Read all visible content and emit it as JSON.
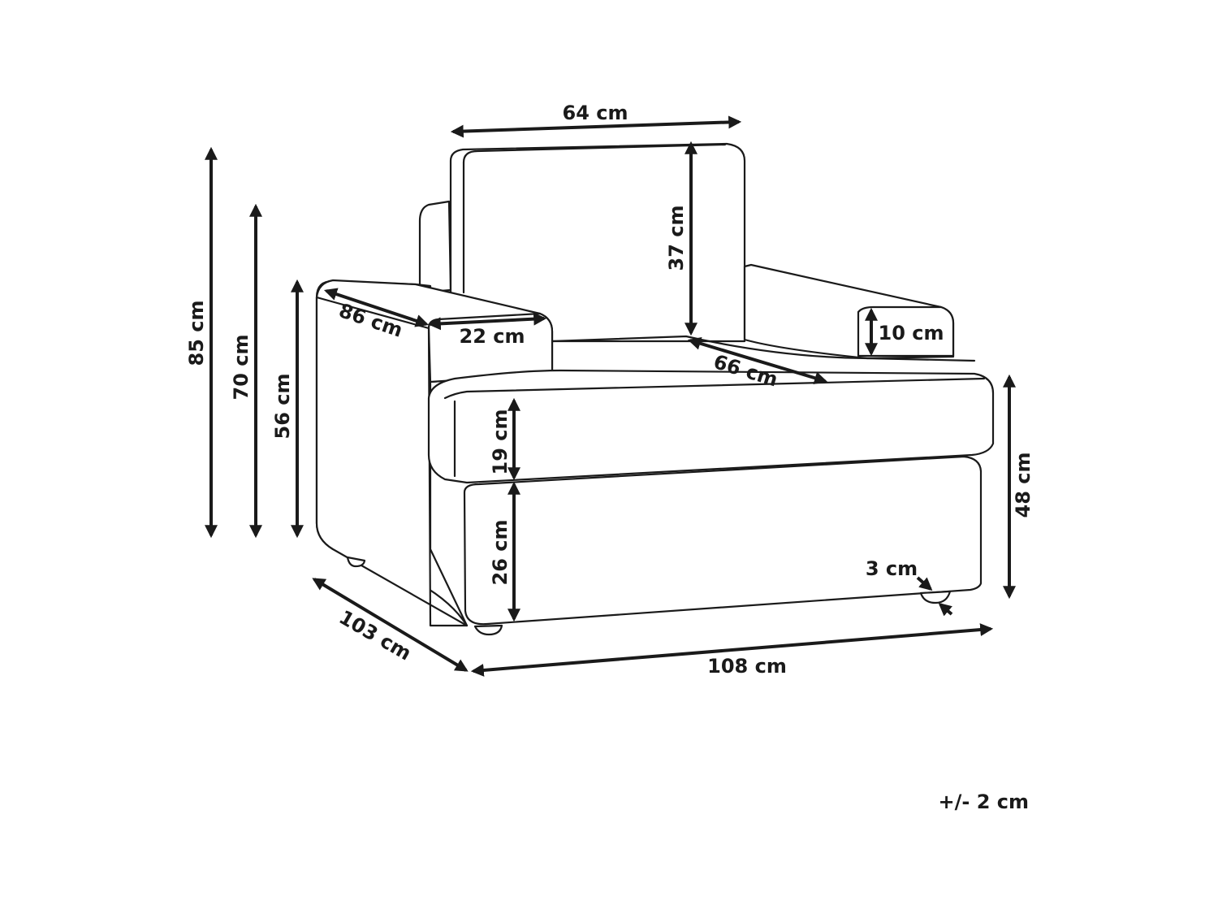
{
  "dimensions": {
    "backrest_width": "64 cm",
    "backrest_height": "37 cm",
    "total_height": "85 cm",
    "back_height": "70 cm",
    "armrest_height": "56 cm",
    "armrest_length": "86 cm",
    "armrest_width": "22 cm",
    "seat_depth": "66 cm",
    "armrest_thickness": "10 cm",
    "cushion_height": "19 cm",
    "base_height": "26 cm",
    "seat_height": "48 cm",
    "leg_height": "3 cm",
    "total_depth": "103 cm",
    "total_width": "108 cm"
  },
  "tolerance": "+/- 2 cm"
}
